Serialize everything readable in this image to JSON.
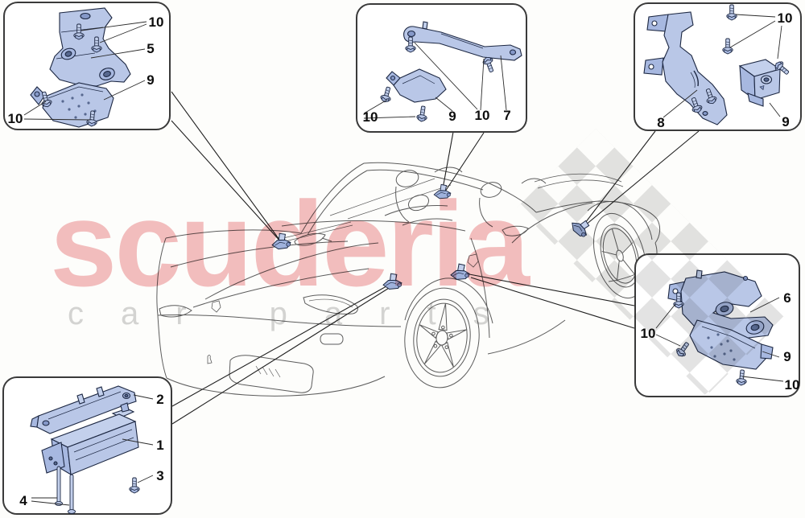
{
  "watermark": {
    "brand": "scuderia",
    "tagline": "car parts",
    "brand_color": "#f4bfc0",
    "tagline_color": "#d5d5d5",
    "checker_color": "#e3e3e3"
  },
  "illustration": {
    "car_icon": "ferrari-458-spider-three-quarter-line-drawing",
    "sensor_icon": "tpms-sensor-bracket",
    "part_fill_color": "#b9c7e7",
    "part_stroke_color": "#1c2742",
    "line_color": "#222222"
  },
  "callouts": {
    "top_left": {
      "labels": [
        {
          "text": "10"
        },
        {
          "text": "5"
        },
        {
          "text": "9"
        },
        {
          "text": "10"
        }
      ]
    },
    "top_middle": {
      "labels": [
        {
          "text": "10"
        },
        {
          "text": "9"
        },
        {
          "text": "10"
        },
        {
          "text": "7"
        }
      ]
    },
    "top_right": {
      "labels": [
        {
          "text": "10"
        },
        {
          "text": "8"
        },
        {
          "text": "9"
        }
      ]
    },
    "right_middle": {
      "labels": [
        {
          "text": "6"
        },
        {
          "text": "10"
        },
        {
          "text": "9"
        },
        {
          "text": "10"
        }
      ]
    },
    "bottom_left": {
      "labels": [
        {
          "text": "2"
        },
        {
          "text": "1"
        },
        {
          "text": "3"
        },
        {
          "text": "4"
        }
      ]
    }
  }
}
